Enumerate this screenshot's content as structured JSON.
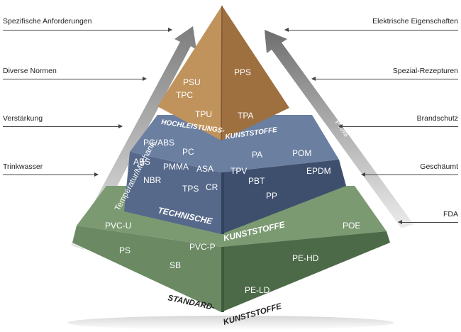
{
  "left_labels": [
    "Spezifische Anforderungen",
    "Diverse Normen",
    "Verstärkung",
    "Trinkwasser"
  ],
  "right_labels": [
    "Elektrische Eigenschaften",
    "Spezial-Rezepturen",
    "Brandschutz",
    "Geschäumt",
    "FDA"
  ],
  "arrows": {
    "left_text": "Temperatur/Mechanik",
    "right_text": "Preis"
  },
  "tiers": {
    "top": {
      "materials": [
        "PSU",
        "PPS",
        "TPC",
        "TPU",
        "TPA"
      ]
    },
    "high": {
      "label_left": "HOCHLEISTUNGS-",
      "label_right": "KUNSTSTOFFE",
      "materials": [
        "PC/ABS",
        "PC",
        "ABS",
        "PMMA",
        "ASA",
        "NBR",
        "TPS",
        "CR",
        "TPV",
        "PA",
        "POM",
        "PBT",
        "EPDM",
        "PP"
      ]
    },
    "tech": {
      "label_left": "TECHNISCHE",
      "label_right": "KUNSTSTOFFE"
    },
    "std": {
      "label_left": "STANDARD-",
      "label_right": "KUNSTSTOFFE",
      "materials": [
        "PVC-U",
        "POE",
        "PS",
        "PVC-P",
        "SB",
        "PE-HD",
        "PE-LD"
      ]
    }
  },
  "colors": {
    "top_left": "#c0935d",
    "top_right": "#9e7040",
    "high_left": "#56698a",
    "high_right": "#3e4f6e",
    "std_left": "#6b8a64",
    "std_right": "#4d6a48"
  }
}
